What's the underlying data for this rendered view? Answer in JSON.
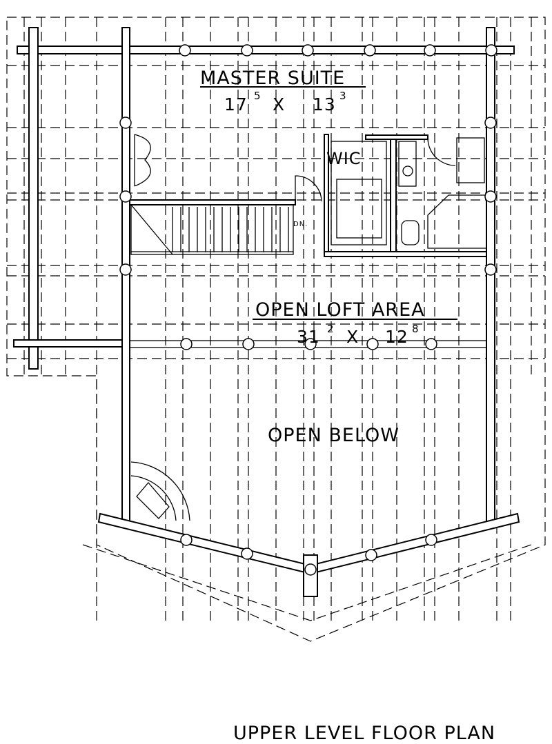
{
  "plan": {
    "title": "UPPER LEVEL FLOOR PLAN",
    "rooms": [
      {
        "name": "MASTER SUITE",
        "dim_a": "17",
        "dim_a_sup": "5",
        "by": "X",
        "dim_b": "13",
        "dim_b_sup": "3"
      },
      {
        "name": "OPEN LOFT AREA",
        "dim_a": "31",
        "dim_a_sup": "2",
        "by": "X",
        "dim_b": "12",
        "dim_b_sup": "8"
      },
      {
        "name": "OPEN BELOW"
      }
    ],
    "wic_label": "WIC",
    "stair_label": "DN."
  }
}
